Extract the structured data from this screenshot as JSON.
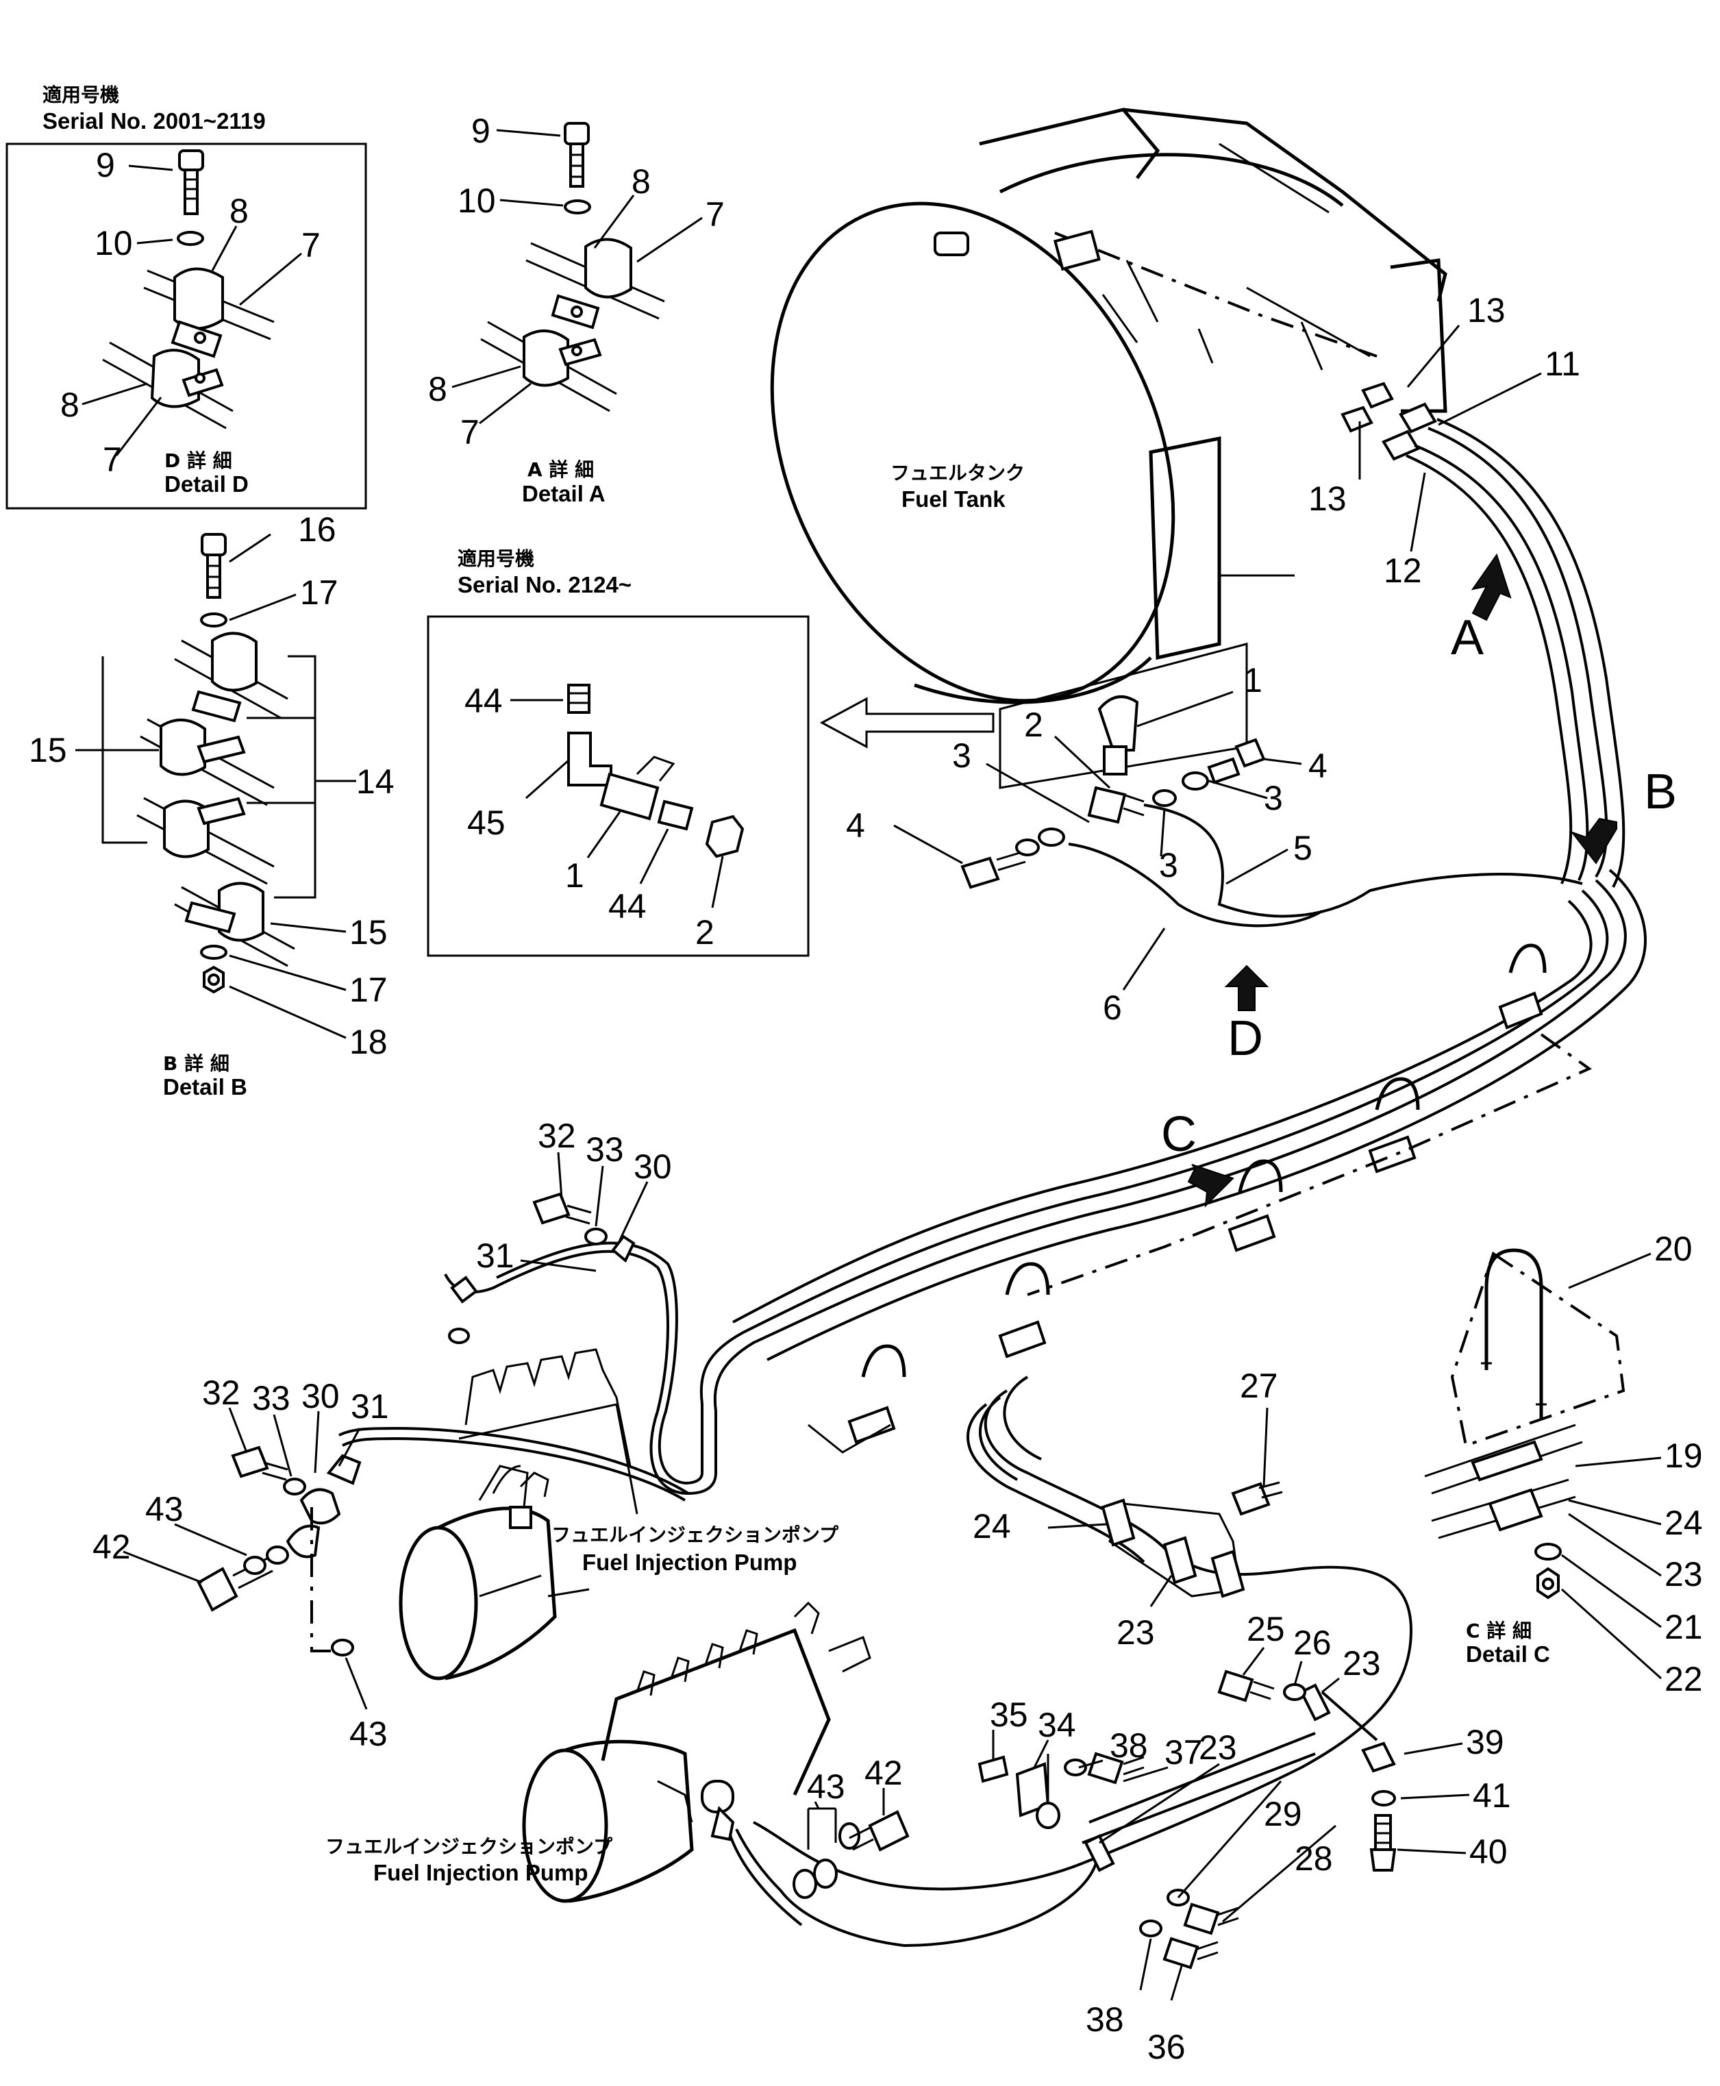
{
  "detail_d": {
    "serial_jp": "適用号機",
    "serial": "Serial No. 2001~2119",
    "title_jp": "D 詳 細",
    "title": "Detail D",
    "parts": [
      "9",
      "10",
      "8",
      "7",
      "8",
      "7"
    ]
  },
  "detail_a": {
    "title_jp": "A 詳 細",
    "title": "Detail A",
    "parts": [
      "9",
      "10",
      "8",
      "7",
      "8",
      "7"
    ]
  },
  "detail_b": {
    "title_jp": "B 詳 細",
    "title": "Detail B",
    "parts": [
      "16",
      "17",
      "15",
      "14",
      "15",
      "17",
      "18"
    ]
  },
  "serial_box": {
    "serial_jp": "適用号機",
    "serial": "Serial No. 2124~",
    "parts": [
      "44",
      "45",
      "1",
      "44",
      "2"
    ]
  },
  "detail_c": {
    "title_jp": "C 詳 細",
    "title": "Detail C",
    "parts": [
      "20",
      "19",
      "24",
      "23",
      "21",
      "22"
    ]
  },
  "fuel_tank": {
    "label_jp": "フュエルタンク",
    "label": "Fuel Tank"
  },
  "injection_pump_upper": {
    "label_jp": "フュエルインジェクションポンプ",
    "label": "Fuel Injection Pump"
  },
  "injection_pump_lower": {
    "label_jp": "フュエルインジェクションポンプ",
    "label": "Fuel Injection Pump"
  },
  "view_arrows": [
    "A",
    "B",
    "C",
    "D"
  ],
  "callouts": {
    "tank_area": [
      "13",
      "11",
      "13",
      "12",
      "1",
      "2",
      "3",
      "4",
      "3",
      "3",
      "4",
      "5",
      "6"
    ],
    "left_pump": [
      "32",
      "33",
      "30",
      "31",
      "32",
      "33",
      "30",
      "31",
      "43",
      "42",
      "43"
    ],
    "center": [
      "27",
      "24",
      "23",
      "25",
      "26",
      "23",
      "35",
      "34",
      "38",
      "37",
      "23",
      "43",
      "42",
      "29",
      "28",
      "38",
      "36"
    ],
    "right": [
      "39",
      "41",
      "40"
    ]
  }
}
